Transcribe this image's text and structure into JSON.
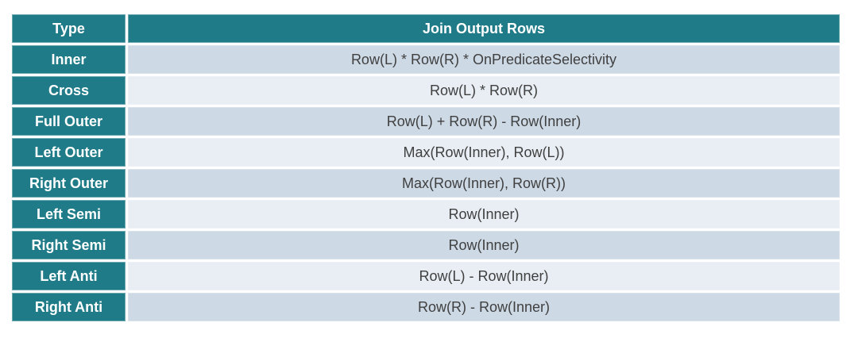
{
  "chart_data": {
    "type": "table",
    "columns": [
      "Type",
      "Join Output Rows"
    ],
    "rows": [
      [
        "Inner",
        "Row(L) * Row(R) * OnPredicateSelectivity"
      ],
      [
        "Cross",
        "Row(L) * Row(R)"
      ],
      [
        "Full Outer",
        "Row(L) + Row(R) - Row(Inner)"
      ],
      [
        "Left Outer",
        "Max(Row(Inner), Row(L))"
      ],
      [
        "Right Outer",
        "Max(Row(Inner), Row(R))"
      ],
      [
        "Left Semi",
        "Row(Inner)"
      ],
      [
        "Right Semi",
        "Row(Inner)"
      ],
      [
        "Left Anti",
        "Row(L) - Row(Inner)"
      ],
      [
        "Right Anti",
        "Row(R) - Row(Inner)"
      ]
    ],
    "layout": {
      "header_position": "top-and-left",
      "row_striping": "alternating",
      "text_align": "center"
    }
  },
  "colors": {
    "teal": "#1F7B87",
    "rowDark": "#CDD9E5",
    "rowLight": "#E8EEF4",
    "headerText": "#FFFFFF",
    "formulaText": "#404040"
  }
}
